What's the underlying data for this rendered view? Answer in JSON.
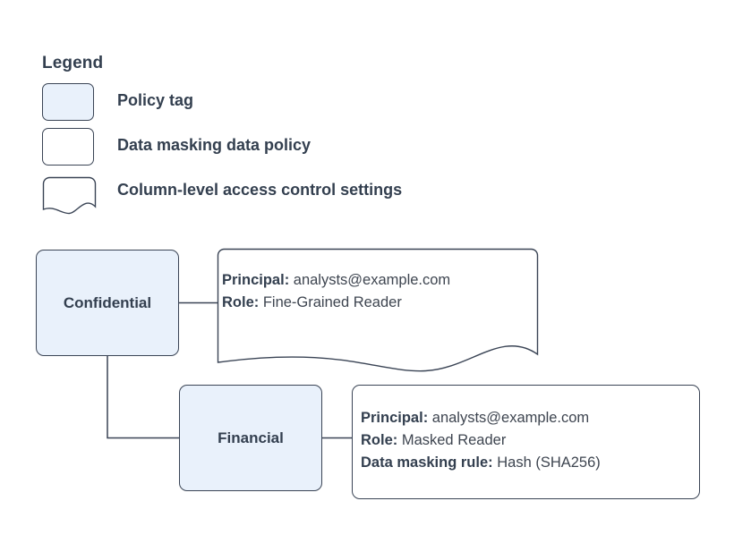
{
  "legend": {
    "title": "Legend",
    "items": [
      {
        "shape": "policy-tag-swatch",
        "label": "Policy tag"
      },
      {
        "shape": "data-policy-swatch",
        "label": "Data masking data policy"
      },
      {
        "shape": "access-settings-swatch",
        "label": "Column-level access control settings"
      }
    ]
  },
  "colors": {
    "tag_fill": "#e9f1fb",
    "stroke": "#3a4455",
    "text": "#333f4f",
    "panel_fill": "#ffffff"
  },
  "nodes": [
    {
      "id": "confidential",
      "label": "Confidential"
    },
    {
      "id": "financial",
      "label": "Financial"
    }
  ],
  "callouts": {
    "confidential": {
      "lines": [
        {
          "label": "Principal:",
          "value": " analysts@example.com"
        },
        {
          "label": "Role:",
          "value": " Fine-Grained Reader"
        }
      ]
    },
    "financial": {
      "lines": [
        {
          "label": "Principal:",
          "value": " analysts@example.com"
        },
        {
          "label": "Role:",
          "value": " Masked Reader"
        },
        {
          "label": "Data masking rule:",
          "value": " Hash (SHA256)"
        }
      ]
    }
  }
}
